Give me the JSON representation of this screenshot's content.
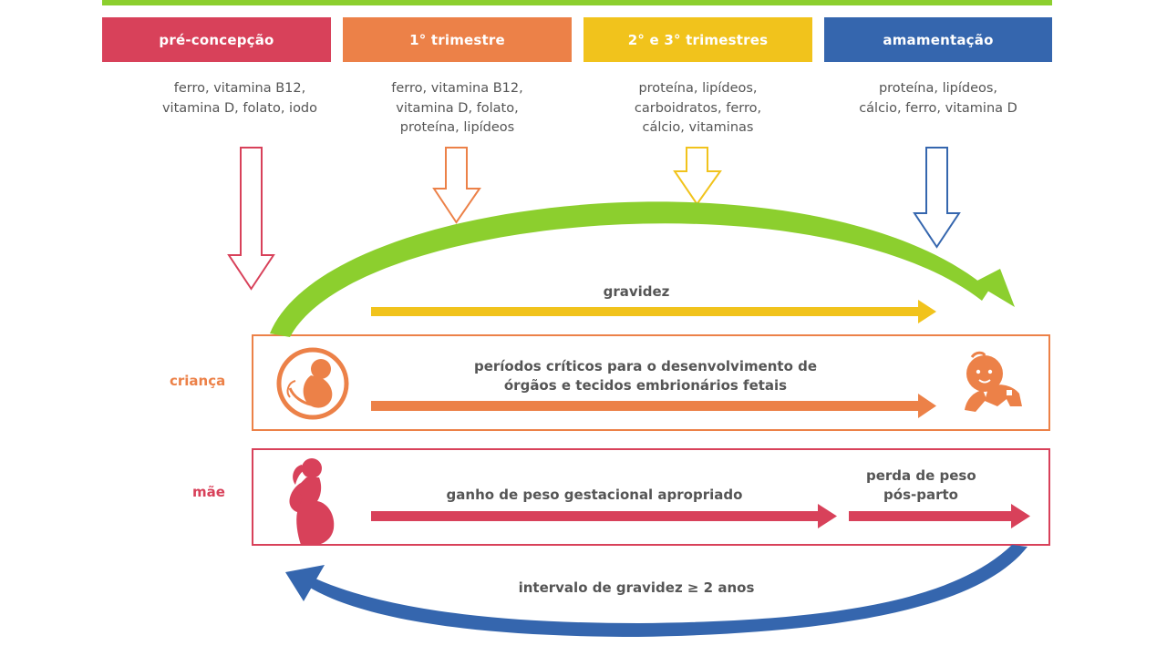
{
  "colors": {
    "green": "#8ccf2e",
    "preconception": "#d8415a",
    "first_trimester": "#ec8148",
    "second_third": "#f1c31c",
    "breastfeeding": "#3566ae",
    "child": "#ec8148",
    "mother": "#d8415a",
    "text_gray": "#555555"
  },
  "phases": [
    {
      "label": "pré-concepção",
      "nutrients": [
        "ferro, vitamina B12,",
        "vitamina D, folato, iodo"
      ]
    },
    {
      "label": "1° trimestre",
      "nutrients": [
        "ferro, vitamina B12,",
        "vitamina D, folato,",
        "proteína, lipídeos"
      ]
    },
    {
      "label": "2° e 3° trimestres",
      "nutrients": [
        "proteína, lipídeos,",
        "carboidratos, ferro,",
        "cálcio, vitaminas"
      ]
    },
    {
      "label": "amamentação",
      "nutrients": [
        "proteína, lipídeos,",
        "cálcio, ferro, vitamina D"
      ]
    }
  ],
  "pregnancy": {
    "label": "gravidez"
  },
  "child_row": {
    "label": "criança",
    "text": [
      "períodos críticos para o desenvolvimento de",
      "órgãos e tecidos embrionários fetais"
    ],
    "icons": {
      "start": "fetus-icon",
      "end": "crawling-baby-icon"
    }
  },
  "mother_row": {
    "label": "mãe",
    "weight_gain": "ganho de peso gestacional apropriado",
    "weight_loss": [
      "perda de peso",
      "pós-parto"
    ],
    "icons": {
      "start": "pregnant-woman-icon"
    }
  },
  "interval": {
    "label": "intervalo de gravidez ≥ 2 anos"
  }
}
